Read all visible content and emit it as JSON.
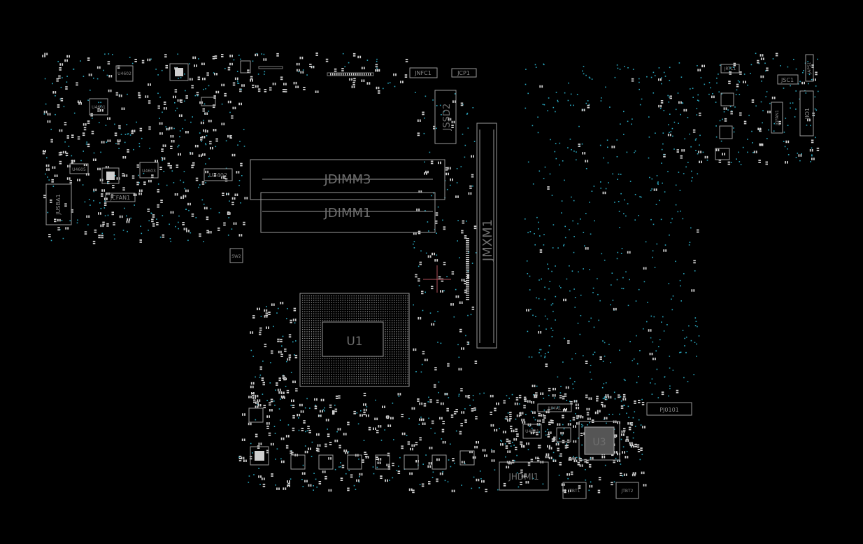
{
  "board": {
    "background": "#000000",
    "outline_color": "#9a9a9a",
    "pad_color": "#cfcfcf",
    "via_color": "#2aa8c0",
    "marker_color": "#b0505a"
  },
  "components": {
    "jdimm3": "JDIMM3",
    "jdimm1": "JDIMM1",
    "jmxm1": "JMXM1",
    "u1": "U1",
    "u3": "U3",
    "jssd2": "JSSD2",
    "jnfc1": "JNFC1",
    "jcp1": "JCP1",
    "jusba1": "JUSBA1",
    "jcfan1": "JCFAN1",
    "u3402": "U3402",
    "u4601": "U4601",
    "u4602": "U4602",
    "u4603": "U4603",
    "u4605": "U4605",
    "sw2": "SW2",
    "jrtc1": "JRTC1",
    "jsc1": "JSC1",
    "japs1": "JAPS1",
    "jgfan1": "JGFAN1",
    "jio1": "JIO1",
    "jhdmi1": "JHDMI1",
    "jtbt1": "JTBT1",
    "jtbt2": "JTBT2",
    "pj0101": "PJ0101",
    "jumax1": "JUMA1",
    "u4801": "U4801"
  }
}
